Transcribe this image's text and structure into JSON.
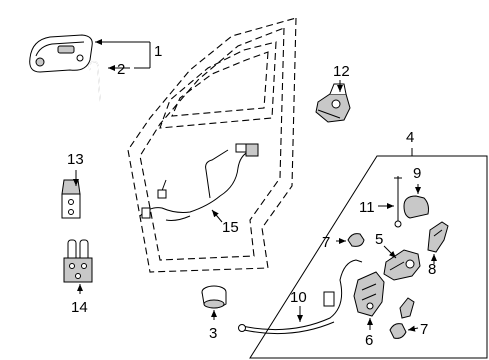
{
  "callouts": {
    "c1": "1",
    "c2": "2",
    "c3": "3",
    "c4": "4",
    "c5": "5",
    "c6": "6",
    "c7a": "7",
    "c7b": "7",
    "c8": "8",
    "c9": "9",
    "c10": "10",
    "c11": "11",
    "c12": "12",
    "c13": "13",
    "c14": "14",
    "c15": "15"
  }
}
